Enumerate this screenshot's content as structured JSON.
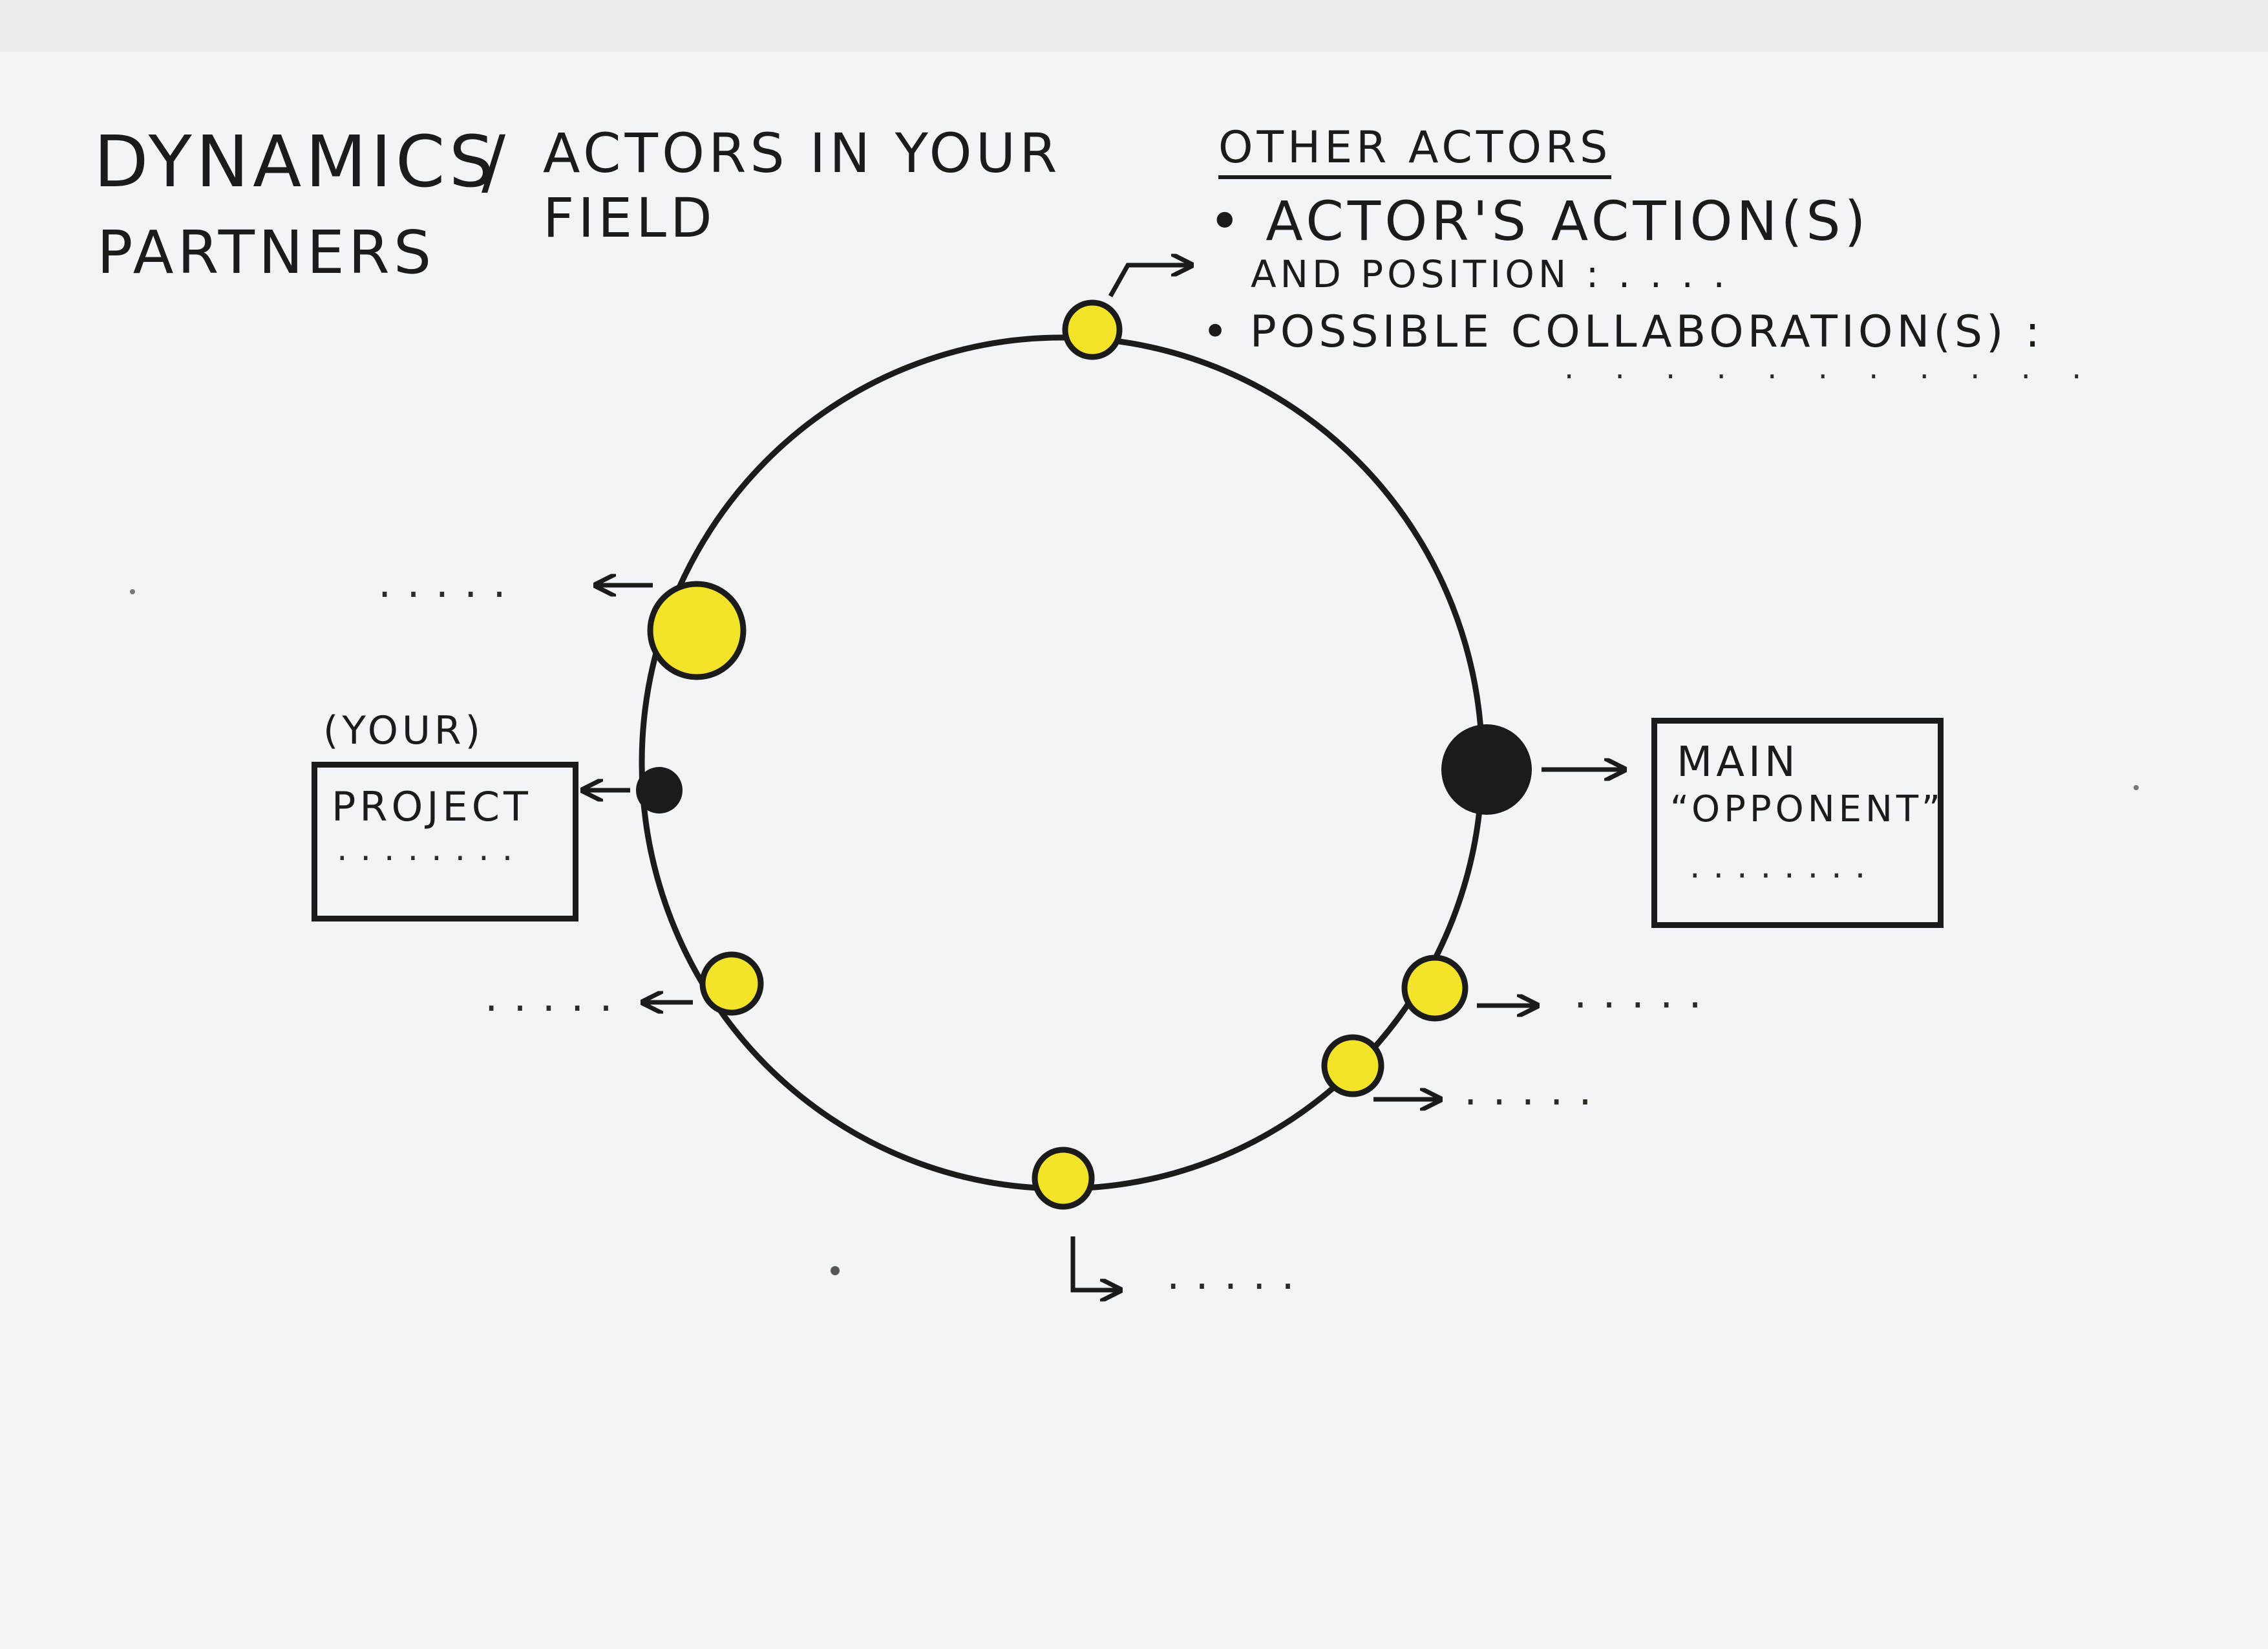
{
  "title": {
    "line1": "DYNAMICS",
    "separator": "/",
    "line2": "PARTNERS",
    "line3": "ACTORS IN YOUR",
    "line4": "FIELD"
  },
  "legend": {
    "heading": "OTHER ACTORS",
    "bullet1_line1": "ACTOR'S ACTION(S)",
    "bullet1_line2": "AND POSITION : . . . .",
    "bullet2": "POSSIBLE COLLABORATION(S) :",
    "bullet2_dots": ". . . . . . . . . . ."
  },
  "project_box": {
    "caption": "(YOUR)",
    "label": "PROJECT",
    "dots": "........"
  },
  "opponent_box": {
    "label_line1": "MAIN",
    "label_line2": "“OPPONENT”",
    "dots": "........"
  },
  "placeholders": {
    "upper_left": ".....",
    "lower_left": ".....",
    "right_upper": ".....",
    "right_lower": ".....",
    "bottom": "....."
  },
  "colors": {
    "ink": "#1b1b1b",
    "actor_yellow": "#f3e42a",
    "paper": "#f3f4f8"
  }
}
